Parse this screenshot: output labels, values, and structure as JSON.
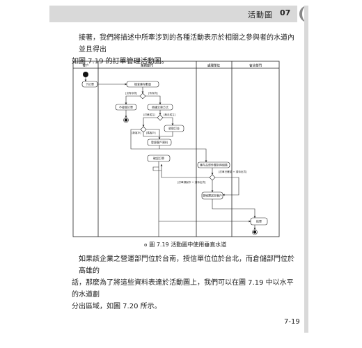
{
  "header": {
    "title": "活動圖",
    "chapter": "07"
  },
  "intro": {
    "line1": "接著，我們將描述中所牽涉到的各種活動表示於相關之參與者的水道內並且得出",
    "line2": "如圖 7.19 的訂單管理活動圖。"
  },
  "diagram": {
    "lanes": [
      "客户",
      "業務部門",
      "處理單位",
      "會計部門"
    ],
    "actions": {
      "a1": "下訂單",
      "a2": "檢查庫存數量",
      "a3": "不接受訂單",
      "a4": "商議交貨方式",
      "a5": "收取訂金",
      "a6": "登錄客戶資料",
      "a7": "確認訂單",
      "a8": "庫存品部件鑑別與組裝",
      "a9": "貨物運送至客戶",
      "a10": "結單"
    },
    "guards": {
      "g1": "[沒有存貨]",
      "g2": "[有存貨]",
      "g3": "[訂單成立]",
      "g4": "[無法成立]",
      "g5": "[新客戶]",
      "g6": "[舊客戶]",
      "g7": "[訂單須製作 + 須待出貨]",
      "g8": "[訂單已確認 + 須待出貨]"
    }
  },
  "caption": {
    "icon": "ꙩ",
    "label": "圖 7.19",
    "text": "活動圖中使用垂直水道"
  },
  "body2": {
    "line1": "如果該企業之營運部門位於台南，授信單位位於台北，而倉儲部門位於高雄的",
    "line2": "話，那麼為了將這些資料表達於活動圖上，我們可以在圖 7.19 中以水平的水道劃",
    "line3": "分出區域，如圖 7.20 所示。"
  },
  "footer": {
    "page": "7-19"
  }
}
